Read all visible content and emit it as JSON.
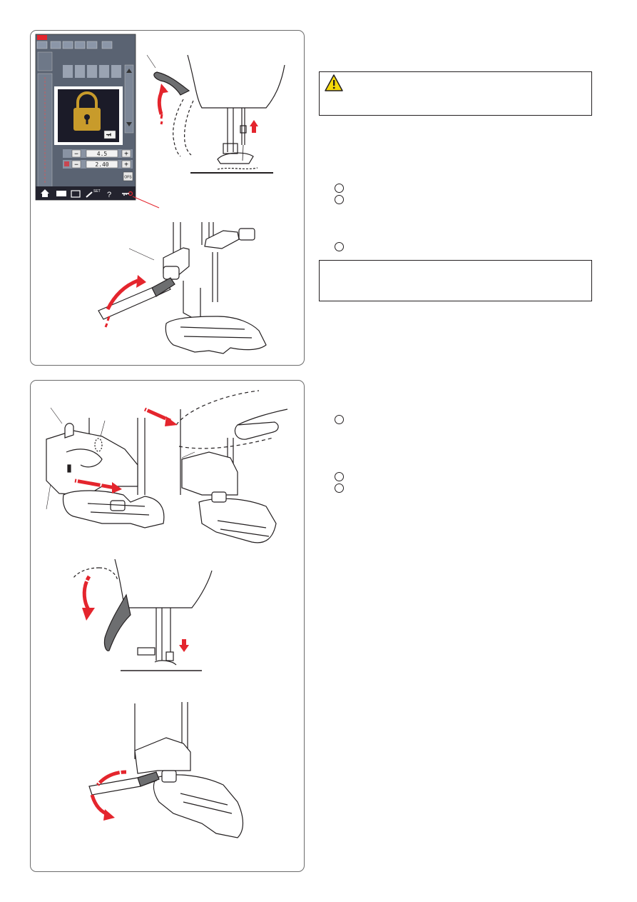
{
  "screen": {
    "stitch_width_value": "4.5",
    "stitch_length_value": "2.40",
    "ofs_label": "OFS",
    "set_label": "SET",
    "help_label": "?",
    "minus_label": "−",
    "plus_label": "+"
  },
  "markers": {
    "top_1": "",
    "top_2": "",
    "top_3": "",
    "bottom_1": "",
    "bottom_2": "",
    "bottom_3": ""
  },
  "colors": {
    "accent_red": "#e4252d",
    "warning_yellow": "#f5d90a",
    "lock_gold": "#c89b2b",
    "screen_dark": "#1b1b28"
  },
  "icons": [
    "warning-icon",
    "lock-icon",
    "home-icon",
    "set-wrench-icon",
    "help-icon",
    "key-icon"
  ]
}
